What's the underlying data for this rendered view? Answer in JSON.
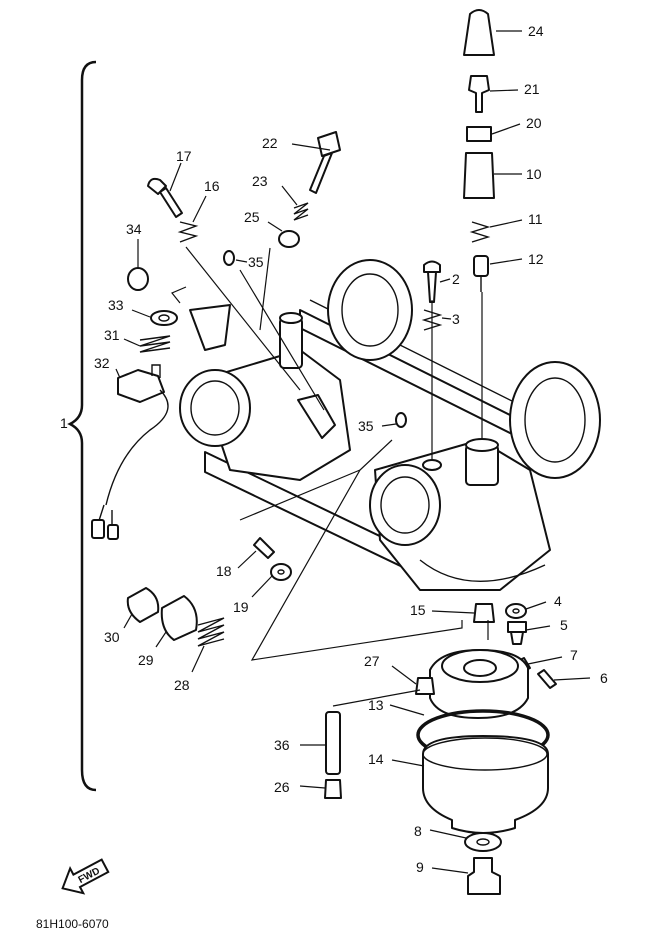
{
  "diagram": {
    "part_numbers": [
      "1",
      "2",
      "3",
      "4",
      "5",
      "6",
      "7",
      "8",
      "9",
      "10",
      "11",
      "12",
      "13",
      "14",
      "15",
      "16",
      "17",
      "18",
      "19",
      "20",
      "21",
      "22",
      "23",
      "24",
      "25",
      "26",
      "27",
      "28",
      "29",
      "30",
      "31",
      "32",
      "33",
      "34",
      "35",
      "35",
      "36"
    ],
    "direction_label": "FWD",
    "figure_code": "81H100-6070"
  },
  "colors": {
    "ink": "#111111",
    "paper": "#ffffff"
  }
}
